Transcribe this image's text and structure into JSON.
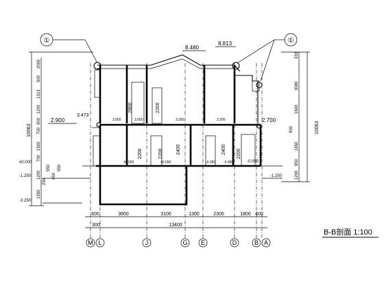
{
  "title": "B-B剖面 1:100",
  "elevations": {
    "ridge": "8.480",
    "ridge_right": "8.813",
    "eave_left": "3.473",
    "floor2_left": "2.900",
    "floor2_right": "2.700",
    "ground_left": "±0.000",
    "ground_right": "-0.050",
    "outside_left": "-1.250",
    "outside_right": "-1.250",
    "basement": "-3.250",
    "interior_labels": [
      "3.050",
      "3.050",
      "3.350",
      "3.200",
      "±0.000",
      "-0.050",
      "-0.050",
      "±0.000"
    ]
  },
  "left_dims": {
    "outer": "10063",
    "inner": [
      "2000",
      "500",
      "1313",
      "1200",
      "900",
      "700",
      "1500",
      "700",
      "550",
      "450",
      "1950"
    ],
    "extra": [
      "1200",
      "250",
      "550"
    ]
  },
  "right_dims": {
    "outer": "10063",
    "inner": [
      "333",
      "3080",
      "1600",
      "500",
      "1650",
      "850",
      "1200"
    ]
  },
  "door_heights": [
    "2800",
    "2200",
    "2200",
    "2400",
    "2400",
    "2200",
    "2200"
  ],
  "bottom_dims": {
    "segments": [
      "600",
      "3600",
      "3100",
      "1300",
      "2300",
      "1800",
      "400"
    ],
    "total": "13400",
    "extra": "300"
  },
  "axes": [
    "M",
    "L",
    "J",
    "G",
    "E",
    "D",
    "B",
    "A"
  ],
  "callout_symbol": "①"
}
